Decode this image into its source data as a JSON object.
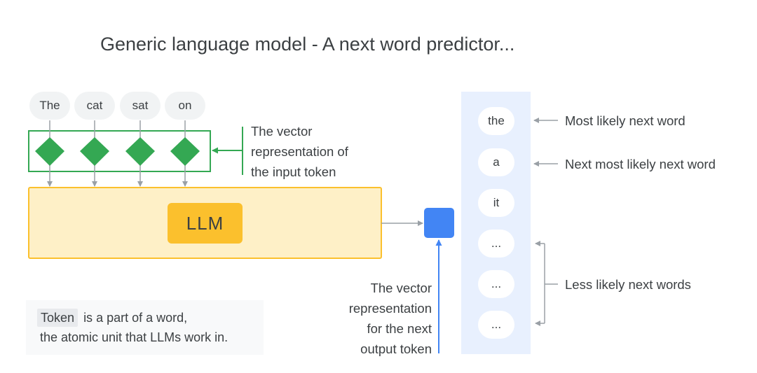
{
  "title": "Generic language model - A next word predictor...",
  "input_tokens": [
    "The",
    "cat",
    "sat",
    "on"
  ],
  "vector_label": [
    "The vector",
    "representation of",
    "the input token"
  ],
  "llm_label": "LLM",
  "output_vector_label": [
    "The vector",
    "representation",
    "for the next",
    "output token"
  ],
  "candidates": [
    "the",
    "a",
    "it",
    "...",
    "...",
    "..."
  ],
  "annotations": {
    "most_likely": "Most likely next word",
    "next_most_likely": "Next most likely next word",
    "less_likely": "Less likely next words"
  },
  "note": {
    "term": "Token",
    "line1_rest": "is a part of a word,",
    "line2": "the atomic unit that LLMs work in."
  },
  "colors": {
    "embedding_green": "#34a853",
    "llm_yellow": "#fbc02d",
    "llm_panel": "#fef0c7",
    "output_blue": "#4285f4",
    "candidate_panel": "#e8f0fe"
  }
}
